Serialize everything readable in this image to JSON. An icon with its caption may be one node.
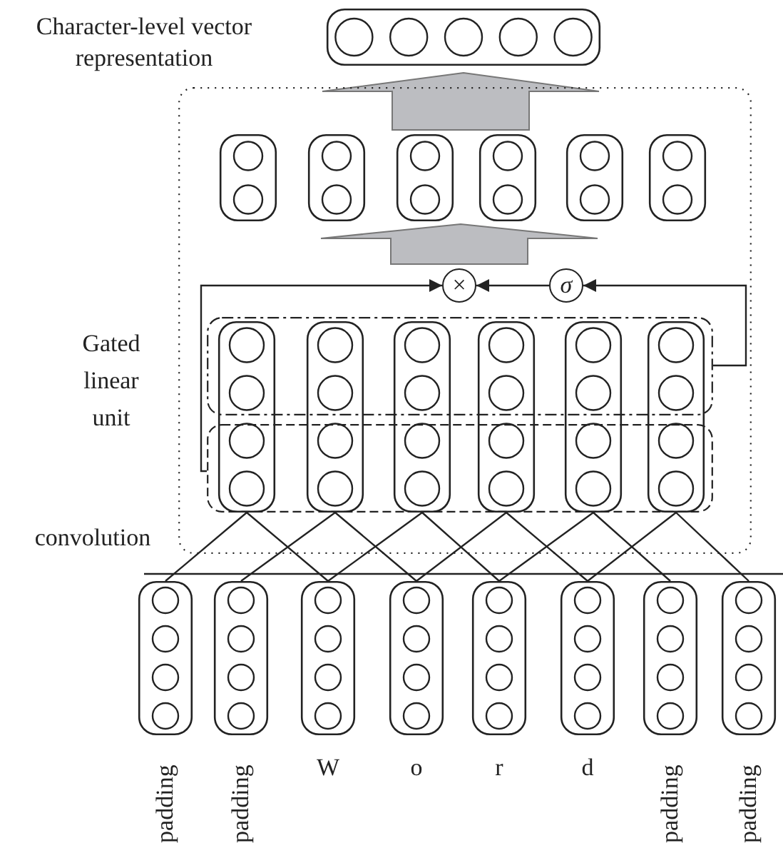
{
  "diagram": {
    "nodes": [
      {
        "text": [],
        "shape": "box"
      },
      {
        "text": [],
        "shape": "box"
      },
      {
        "text": [],
        "shape": "box",
        "in": 1
      },
      {
        "text": [],
        "shape": "box",
        "in": 1
      },
      {
        "text": [],
        "shape": "box",
        "in": 1
      },
      {
        "text": [],
        "shape": "box",
        "in": 1
      },
      {
        "text": [],
        "shape": "box",
        "in": 1
      },
      {
        "text": [],
        "shape": "box",
        "in": 1
      },
      {
        "text": [
          "×"
        ],
        "in": 1
      },
      {
        "text": [
          "σ"
        ],
        "in": 1
      },
      {
        "text": [],
        "shape": "box",
        "in": 1
      },
      {
        "text": [],
        "shape": "box",
        "in": 1
      },
      {
        "text": [],
        "shape": "box",
        "in": 1
      },
      {
        "text": [],
        "shape": "box",
        "in": 1
      },
      {
        "text": [],
        "shape": "box",
        "in": 1
      },
      {
        "text": [],
        "shape": "box",
        "in": 1
      },
      {
        "text": [],
        "shape": "box",
        "in": 1
      },
      {
        "text": [],
        "shape": "box",
        "in": 1
      },
      {
        "text": [],
        "shape": "box",
        "beside": [
          "padding"
        ]
      },
      {
        "text": [],
        "shape": "box",
        "beside": [
          "padding"
        ]
      },
      {
        "text": [],
        "shape": "box",
        "beside": [
          "W"
        ]
      },
      {
        "text": [],
        "shape": "box",
        "beside": [
          "o"
        ]
      },
      {
        "text": [],
        "shape": "box",
        "beside": [
          "r"
        ]
      },
      {
        "text": [],
        "shape": "box",
        "beside": [
          "d"
        ]
      },
      {
        "text": [],
        "shape": "box",
        "beside": [
          "padding"
        ]
      },
      {
        "text": [],
        "shape": "box",
        "beside": [
          "padding"
        ]
      }
    ],
    "edges": [
      {
        "from": 11,
        "to": 8,
        "arrow": "to"
      },
      {
        "from": 10,
        "to": 9,
        "arrow": "to"
      },
      {
        "from": 9,
        "to": 8,
        "arrow": "to"
      },
      {
        "from": 8,
        "to": null,
        "arrow": "to",
        "style": "thick",
        "color": "#bcbdc1"
      },
      {
        "from": null,
        "to": 0,
        "arrow": "to",
        "style": "thick",
        "color": "#bcbdc1"
      },
      {
        "from": 18,
        "to": 12,
        "arrow": "none"
      },
      {
        "from": 20,
        "to": 12,
        "arrow": "none"
      },
      {
        "from": 19,
        "to": 13,
        "arrow": "none"
      },
      {
        "from": 21,
        "to": 13,
        "arrow": "none"
      },
      {
        "from": 20,
        "to": 14,
        "arrow": "none"
      },
      {
        "from": 22,
        "to": 14,
        "arrow": "none"
      },
      {
        "from": 21,
        "to": 15,
        "arrow": "none"
      },
      {
        "from": 23,
        "to": 15,
        "arrow": "none"
      },
      {
        "from": 22,
        "to": 16,
        "arrow": "none"
      },
      {
        "from": 24,
        "to": 16,
        "arrow": "none"
      },
      {
        "from": 23,
        "to": 17,
        "arrow": "none"
      },
      {
        "from": 25,
        "to": 17,
        "arrow": "none"
      }
    ],
    "labels": [
      "Character-level vector representation",
      "Gated linear unit",
      "convolution"
    ]
  }
}
